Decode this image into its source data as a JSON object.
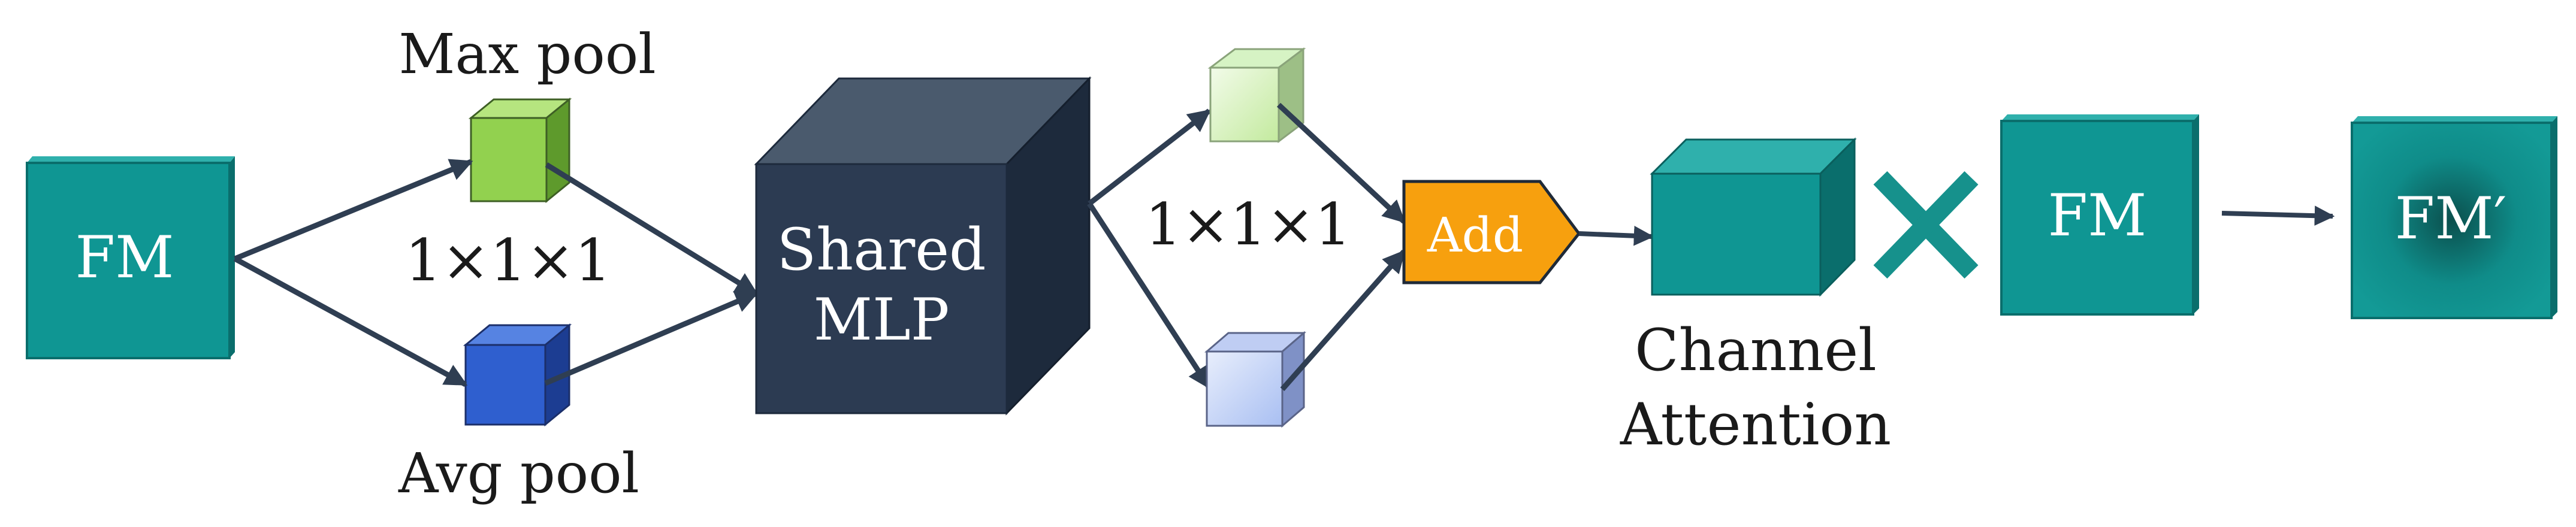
{
  "labels": {
    "fm_input": "FM",
    "max_pool": "Max pool",
    "avg_pool": "Avg pool",
    "dims_left": "1×1×1",
    "shared_mlp_line1": "Shared",
    "shared_mlp_line2": "MLP",
    "dims_right": "1×1×1",
    "add": "Add",
    "channel_attention_line1": "Channel",
    "channel_attention_line2": "Attention",
    "fm_middle": "FM",
    "fm_output": "FM′"
  },
  "colors": {
    "teal": "#0f9693",
    "teal_side": "#0a6e6c",
    "teal_top": "#2fb0ac",
    "max_pool_front": "#92d14f",
    "max_pool_side": "#5e9a2c",
    "max_pool_top": "#b6e57f",
    "avg_pool_front": "#2f5fcf",
    "avg_pool_side": "#1c3d92",
    "avg_pool_top": "#5683e2",
    "mlp_front": "#2c3b52",
    "mlp_side": "#1d2a3c",
    "mlp_top": "#4a5a6d",
    "out_green": "#d6f3c4",
    "out_blue": "#bfcdf3",
    "add_fill": "#f7a00e",
    "arrow": "#2f3e52",
    "multiply": "#16918c"
  },
  "icons": {
    "multiply": "multiply-icon"
  }
}
